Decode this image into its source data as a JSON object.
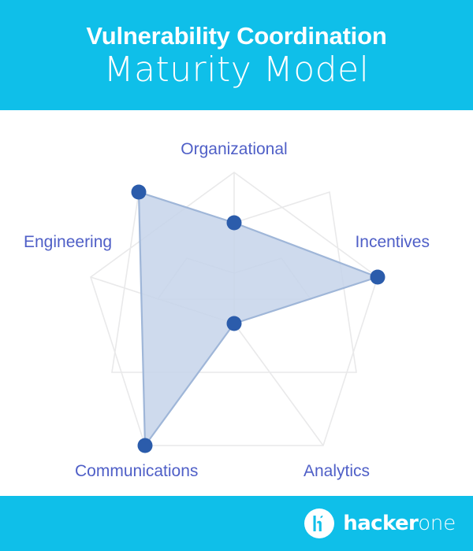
{
  "header": {
    "title": "Vulnerability Coordination",
    "subtitle": "Maturity Model",
    "background_color": "#0fbfe9",
    "text_color": "#ffffff"
  },
  "footer": {
    "background_color": "#0fbfe9",
    "logo": {
      "mark_letter": "h1",
      "name_bold": "hacker",
      "name_light": "one"
    }
  },
  "chart_data": {
    "type": "radar",
    "title": "",
    "categories": [
      "Organizational",
      "Incentives",
      "Analytics",
      "Communications",
      "Engineering"
    ],
    "values": [
      2,
      3,
      0,
      3,
      2
    ],
    "rings": 3,
    "rlim": [
      0,
      3
    ],
    "grid": true,
    "legend": "none",
    "series": [
      {
        "name": "Maturity",
        "values": [
          2,
          3,
          0,
          3,
          2
        ]
      }
    ],
    "colors": {
      "fill": "#c6d4ea",
      "fill_opacity": 0.85,
      "line": "#9fb6d8",
      "point": "#2b5cab",
      "grid": "#e9e9ea",
      "label": "#4f5fc7"
    },
    "labels": {
      "organizational": "Organizational",
      "incentives": "Incentives",
      "analytics": "Analytics",
      "communications": "Communications",
      "engineering": "Engineering"
    }
  }
}
